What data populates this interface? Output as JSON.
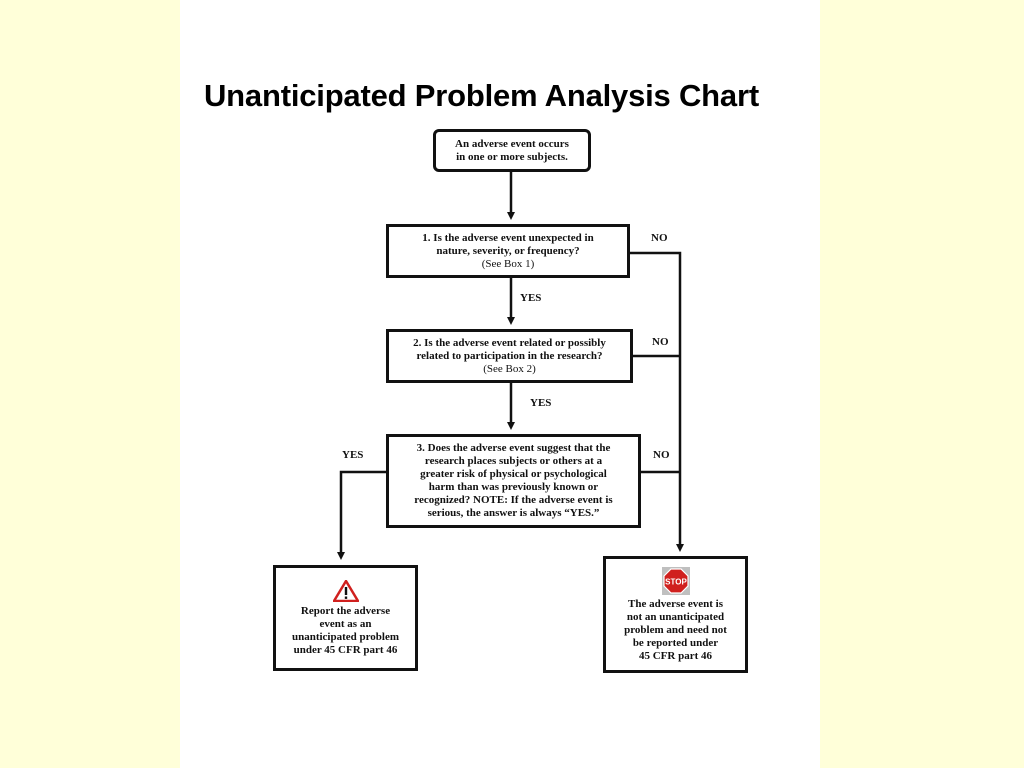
{
  "title": "Unanticipated Problem Analysis Chart",
  "nodes": {
    "start": {
      "lines": [
        "An adverse event occurs",
        "in one or more subjects."
      ]
    },
    "q1": {
      "lines": [
        "1. Is the adverse event unexpected in",
        "nature, severity, or frequency?"
      ],
      "ref": "(See Box 1)"
    },
    "q2": {
      "lines": [
        "2. Is the adverse event related or possibly",
        "related to participation in the research?"
      ],
      "ref": "(See Box 2)"
    },
    "q3": {
      "lines": [
        "3. Does the adverse event suggest that the",
        "research places subjects or others at a",
        "greater risk of physical or psychological",
        "harm than was previously known or",
        "recognized?  NOTE: If the adverse event is",
        "serious, the answer is always “YES.”"
      ]
    },
    "report": {
      "icon": "warning-icon",
      "lines": [
        "Report the adverse",
        "event as an",
        "unanticipated problem",
        "under 45 CFR part 46"
      ]
    },
    "not_reported": {
      "icon": "stop-sign-icon",
      "icon_text": "STOP",
      "lines": [
        "The adverse event is",
        "not an unanticipated",
        "problem and need not",
        "be reported under",
        "45 CFR part 46"
      ]
    }
  },
  "edge_labels": {
    "q1_yes": "YES",
    "q1_no": "NO",
    "q2_yes": "YES",
    "q2_no": "NO",
    "q3_yes": "YES",
    "q3_no": "NO"
  },
  "colors": {
    "page_background": "#FFFFD9",
    "slide_background": "#FFFFFF",
    "stop_red": "#D0201E",
    "warning_red": "#D0201E"
  }
}
